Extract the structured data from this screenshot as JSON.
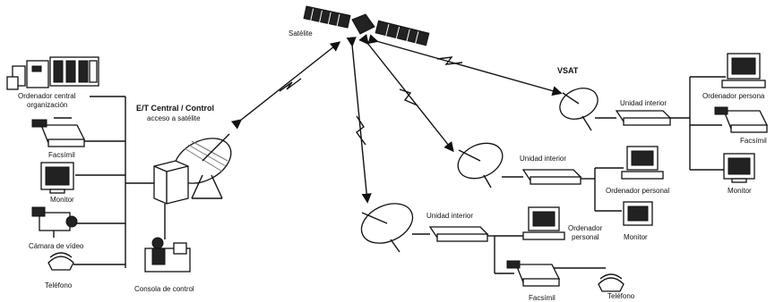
{
  "labels": {
    "satellite": "Satélite",
    "hub_title_line1": "E/T Central / Control",
    "hub_title_line2": "acceso a satélite",
    "org_computer_line1": "Ordenador central",
    "org_computer_line2": "organización",
    "fax_left": "Facsímil",
    "monitor_left": "Monitor",
    "camera": "Cámara de vídeo",
    "phone_left": "Teléfono",
    "control_console": "Consola de control",
    "vsat": "VSAT",
    "indoor_unit_right": "Unidad interior",
    "pc_right": "Ordenador persona",
    "fax_right": "Facsímil",
    "monitor_right": "Monitor",
    "indoor_unit_mid": "Unidad interior",
    "pc_mid": "Ordenador personal",
    "monitor_mid": "Monitor",
    "indoor_unit_bottom": "Unidad interior",
    "pc_bottom_line1": "Ordenador",
    "pc_bottom_line2": "personal",
    "fax_bottom": "Facsímil",
    "phone_bottom": "Teléfono"
  },
  "icons": [
    "satellite-icon",
    "dish-antenna-icon",
    "mainframe-icon",
    "fax-icon",
    "monitor-icon",
    "video-camera-icon",
    "telephone-icon",
    "console-operator-icon",
    "indoor-unit-icon",
    "personal-computer-icon"
  ]
}
